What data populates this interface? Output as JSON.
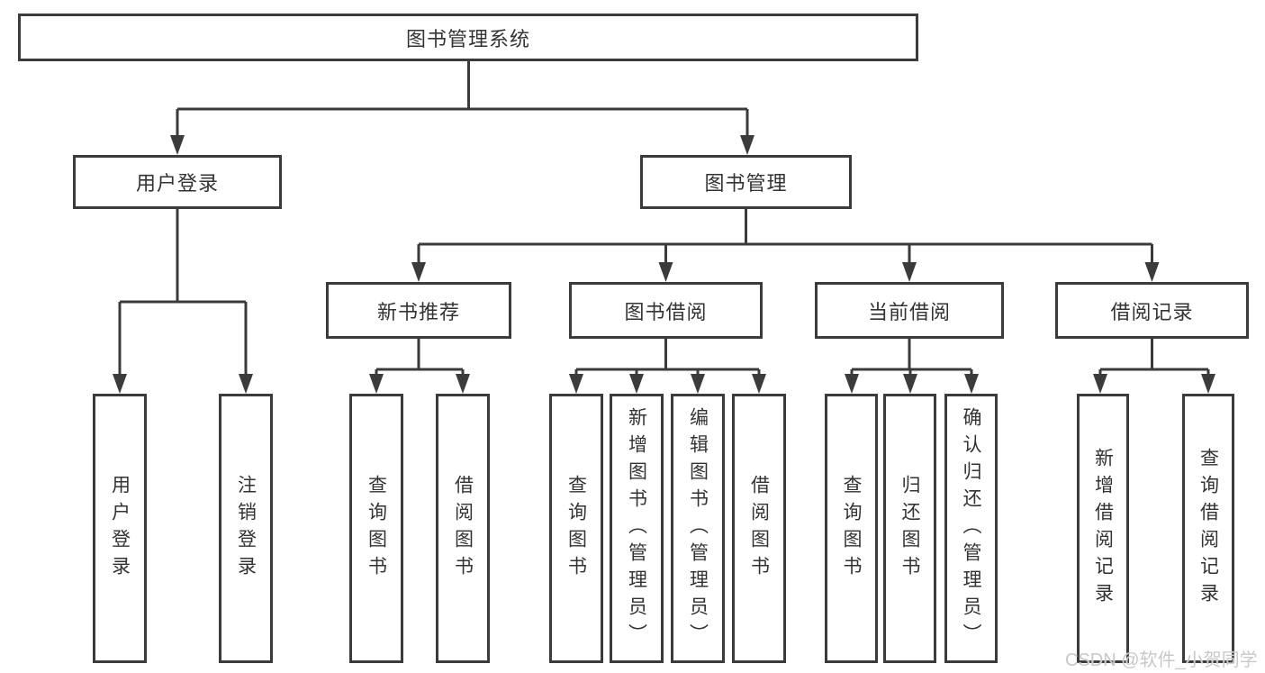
{
  "diagram": {
    "root": {
      "label": "图书管理系统"
    },
    "login": {
      "label": "用户登录",
      "children": [
        "用户登录",
        "注销登录"
      ]
    },
    "management": {
      "label": "图书管理"
    },
    "groups": [
      {
        "label": "新书推荐",
        "children": [
          "查询图书",
          "借阅图书"
        ]
      },
      {
        "label": "图书借阅",
        "children": [
          "查询图书",
          "新增图书（管理员）",
          "编辑图书（管理员）",
          "借阅图书"
        ]
      },
      {
        "label": "当前借阅",
        "children": [
          "查询图书",
          "归还图书",
          "确认归还（管理员）"
        ]
      },
      {
        "label": "借阅记录",
        "children": [
          "新增借阅记录",
          "查询借阅记录"
        ]
      }
    ]
  },
  "colors": {
    "line": "#3b3b3b",
    "text": "#333333",
    "watermark": "#c8c8c8",
    "background": "#ffffff"
  },
  "watermark": {
    "text": "CSDN @软件_小贺同学"
  }
}
